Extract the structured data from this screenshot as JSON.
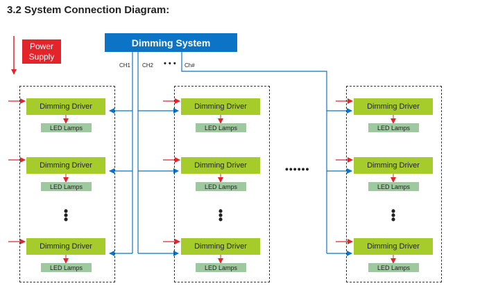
{
  "title": "3.2 System Connection Diagram:",
  "dimming_system": "Dimming System",
  "power_supply": "Power Supply",
  "channels": {
    "ch1": "CH1",
    "ch2": "CH2",
    "ellipsis": "• • •",
    "chn": "Ch#"
  },
  "driver_label": "Dimming Driver",
  "lamp_label": "LED Lamps",
  "group_ellipsis": "••••••",
  "vertical_ellipsis": "•\n•\n•",
  "colors": {
    "blue": "#0b74c7",
    "red": "#e3242b",
    "driver": "#a6cc2c",
    "lamp": "#9ec89e"
  }
}
